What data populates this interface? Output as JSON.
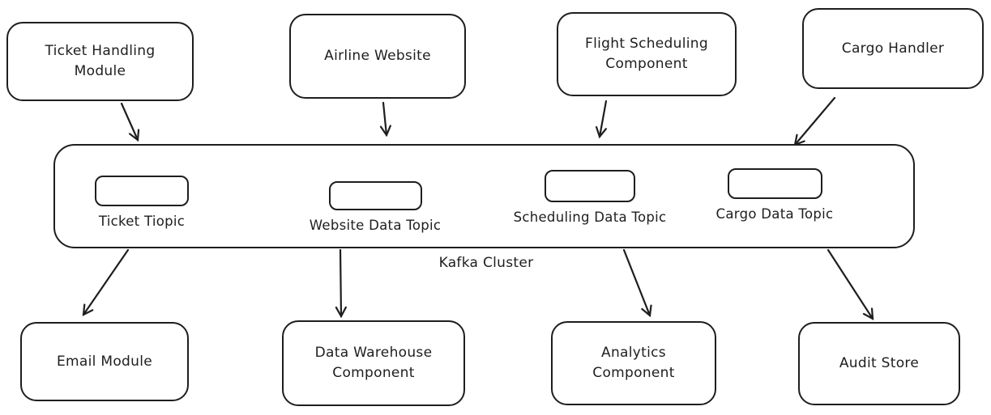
{
  "diagram": {
    "producers": [
      {
        "id": "ticket-handling-module",
        "label": "Ticket Handling\nModule"
      },
      {
        "id": "airline-website",
        "label": "Airline Website"
      },
      {
        "id": "flight-scheduling-component",
        "label": "Flight Scheduling\nComponent"
      },
      {
        "id": "cargo-handler",
        "label": "Cargo Handler"
      }
    ],
    "cluster": {
      "label": "Kafka Cluster",
      "topics": [
        {
          "id": "ticket-topic",
          "label": "Ticket Tiopic"
        },
        {
          "id": "website-data-topic",
          "label": "Website Data Topic"
        },
        {
          "id": "scheduling-data-topic",
          "label": "Scheduling Data Topic"
        },
        {
          "id": "cargo-data-topic",
          "label": "Cargo Data Topic"
        }
      ]
    },
    "consumers": [
      {
        "id": "email-module",
        "label": "Email Module"
      },
      {
        "id": "data-warehouse-component",
        "label": "Data Warehouse\nComponent"
      },
      {
        "id": "analytics-component",
        "label": "Analytics\nComponent"
      },
      {
        "id": "audit-store",
        "label": "Audit Store"
      }
    ],
    "colors": {
      "stroke": "#1e1e1e",
      "background": "#ffffff"
    }
  }
}
